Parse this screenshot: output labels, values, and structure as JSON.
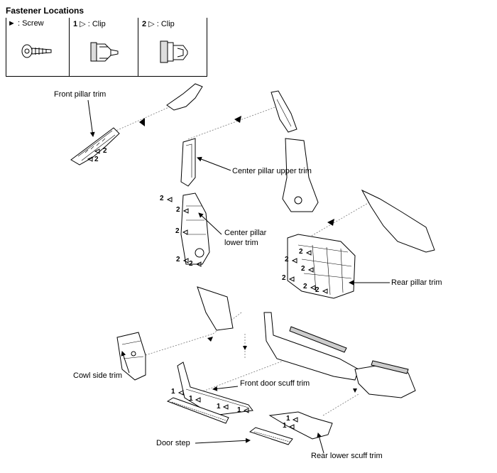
{
  "title": "Fastener Locations",
  "legend": {
    "screw": ": Screw",
    "clip1_num": "1",
    "clip1": ": Clip",
    "clip2_num": "2",
    "clip2": ": Clip"
  },
  "labels": {
    "front_pillar": "Front pillar trim",
    "center_upper": "Center pillar upper trim",
    "center_lower_1": "Center pillar",
    "center_lower_2": "lower trim",
    "rear_pillar": "Rear pillar trim",
    "cowl_side": "Cowl side trim",
    "front_scuff": "Front door scuff trim",
    "door_step": "Door step",
    "rear_scuff": "Rear lower scuff trim"
  },
  "clip_numbers": {
    "one": "1",
    "two": "2"
  }
}
